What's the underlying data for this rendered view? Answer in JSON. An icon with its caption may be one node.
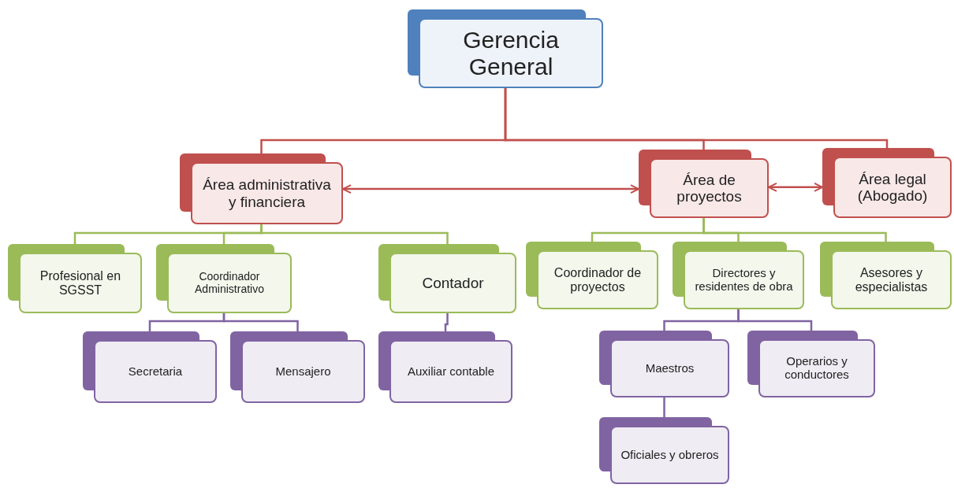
{
  "diagram": {
    "nodes": [
      {
        "text": [
          "Gerencia General"
        ]
      },
      {
        "text": [
          "Área administrativa y financiera"
        ]
      },
      {
        "text": [
          "Área de proyectos"
        ]
      },
      {
        "text": [
          "Área legal (Abogado)"
        ]
      },
      {
        "text": [
          "Profesional en SGSST"
        ]
      },
      {
        "text": [
          "Coordinador Administrativo"
        ]
      },
      {
        "text": [
          "Contador"
        ]
      },
      {
        "text": [
          "Coordinador de proyectos"
        ]
      },
      {
        "text": [
          "Directores y residentes de obra"
        ]
      },
      {
        "text": [
          "Asesores y especialistas"
        ]
      },
      {
        "text": [
          "Secretaria"
        ]
      },
      {
        "text": [
          "Mensajero"
        ]
      },
      {
        "text": [
          "Auxiliar contable"
        ]
      },
      {
        "text": [
          "Maestros"
        ]
      },
      {
        "text": [
          "Operarios y conductores"
        ]
      },
      {
        "text": [
          "Oficiales y obreros"
        ]
      }
    ],
    "edges": [
      {
        "from": 0,
        "to": 1,
        "arrow": "none",
        "color": "#c0504d"
      },
      {
        "from": 0,
        "to": 2,
        "arrow": "none",
        "color": "#c0504d"
      },
      {
        "from": 0,
        "to": 3,
        "arrow": "none",
        "color": "#c0504d"
      },
      {
        "from": 1,
        "to": 2,
        "arrow": "both",
        "color": "#c0504d"
      },
      {
        "from": 2,
        "to": 3,
        "arrow": "both",
        "color": "#c0504d"
      },
      {
        "from": 1,
        "to": 4,
        "arrow": "none",
        "color": "#9bbb59"
      },
      {
        "from": 1,
        "to": 5,
        "arrow": "none",
        "color": "#9bbb59"
      },
      {
        "from": 1,
        "to": 6,
        "arrow": "none",
        "color": "#9bbb59"
      },
      {
        "from": 2,
        "to": 7,
        "arrow": "none",
        "color": "#9bbb59"
      },
      {
        "from": 2,
        "to": 8,
        "arrow": "none",
        "color": "#9bbb59"
      },
      {
        "from": 2,
        "to": 9,
        "arrow": "none",
        "color": "#9bbb59"
      },
      {
        "from": 5,
        "to": 10,
        "arrow": "none",
        "color": "#8064a2"
      },
      {
        "from": 5,
        "to": 11,
        "arrow": "none",
        "color": "#8064a2"
      },
      {
        "from": 6,
        "to": 12,
        "arrow": "none",
        "color": "#8064a2"
      },
      {
        "from": 8,
        "to": 13,
        "arrow": "none",
        "color": "#8064a2"
      },
      {
        "from": 8,
        "to": 14,
        "arrow": "none",
        "color": "#8064a2"
      },
      {
        "from": 13,
        "to": 15,
        "arrow": "none",
        "color": "#8064a2"
      }
    ]
  }
}
